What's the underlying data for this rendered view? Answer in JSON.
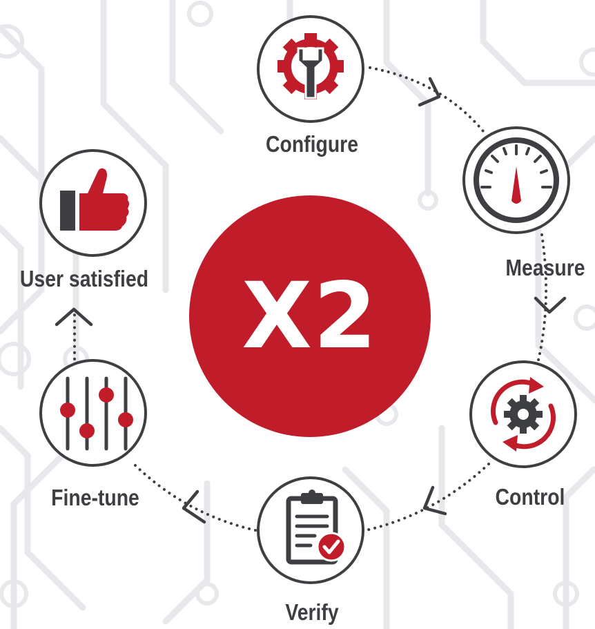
{
  "center": {
    "label": "X2"
  },
  "steps": [
    {
      "label": "Configure",
      "icon": "gear-wrench-icon"
    },
    {
      "label": "Measure",
      "icon": "gauge-icon"
    },
    {
      "label": "Control",
      "icon": "cycle-gear-icon"
    },
    {
      "label": "Verify",
      "icon": "clipboard-check-icon"
    },
    {
      "label": "Fine-tune",
      "icon": "sliders-icon"
    },
    {
      "label": "User satisfied",
      "icon": "thumbs-up-icon"
    }
  ],
  "colors": {
    "accent": "#c01c2a",
    "dark": "#3d3f42",
    "circuit": "#e3e5e8"
  }
}
